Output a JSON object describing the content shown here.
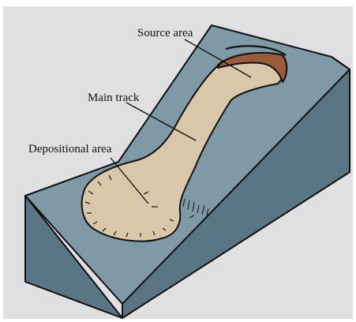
{
  "labels": {
    "source": "Source area",
    "track": "Main track",
    "deposit": "Depositional area"
  },
  "colors": {
    "background": "#ffffff",
    "frame": "#e0e0e2",
    "slope_surface": "#7f9aa6",
    "block_side": "#5a7584",
    "flow_material": "#d8c7a8",
    "scarp": "#9a5a3c",
    "outline": "#111111"
  }
}
